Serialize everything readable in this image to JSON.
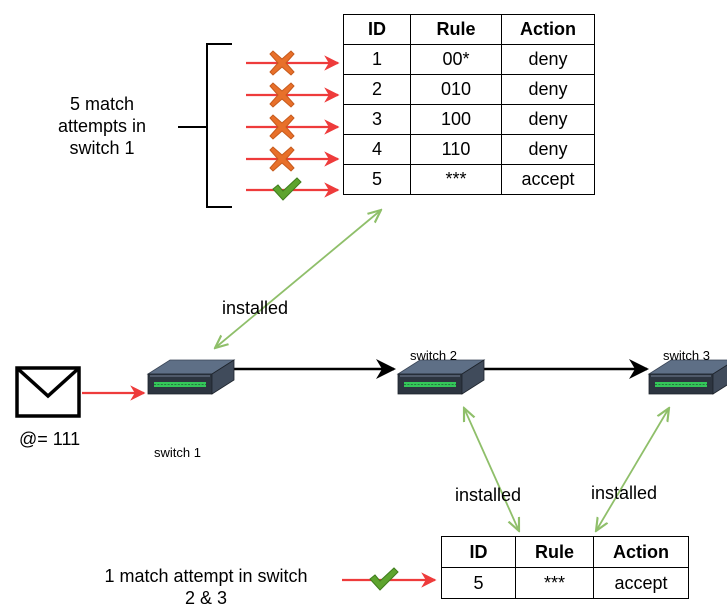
{
  "table_top": {
    "headers": [
      "ID",
      "Rule",
      "Action"
    ],
    "rows": [
      {
        "id": "1",
        "rule": "00*",
        "action": "deny",
        "result": "fail"
      },
      {
        "id": "2",
        "rule": "010",
        "action": "deny",
        "result": "fail"
      },
      {
        "id": "3",
        "rule": "100",
        "action": "deny",
        "result": "fail"
      },
      {
        "id": "4",
        "rule": "110",
        "action": "deny",
        "result": "fail"
      },
      {
        "id": "5",
        "rule": "***",
        "action": "accept",
        "result": "match"
      }
    ]
  },
  "table_bottom": {
    "headers": [
      "ID",
      "Rule",
      "Action"
    ],
    "rows": [
      {
        "id": "5",
        "rule": "***",
        "action": "accept"
      }
    ]
  },
  "labels": {
    "match_attempts_switch1": "5 match attempts in switch 1",
    "match_attempts_switch1_lines": [
      "5 match",
      "attempts in",
      "switch 1"
    ],
    "match_attempt_switch23_lines": [
      "1 match attempt in switch",
      "2 & 3"
    ],
    "installed_top": "installed",
    "installed_left": "installed",
    "installed_right": "installed",
    "packet_address": "@= 111"
  },
  "switches": [
    "switch 1",
    "switch 2",
    "switch 3"
  ],
  "icons": {
    "fail": "red-cross-icon",
    "match": "green-checkmark-icon",
    "packet": "envelope-icon",
    "switch": "network-switch-icon"
  },
  "colors": {
    "red": "#ee3b3b",
    "cross": "#e8702a",
    "check": "#5da42e",
    "green_arrow": "#8fbf6a",
    "black": "#000000"
  }
}
